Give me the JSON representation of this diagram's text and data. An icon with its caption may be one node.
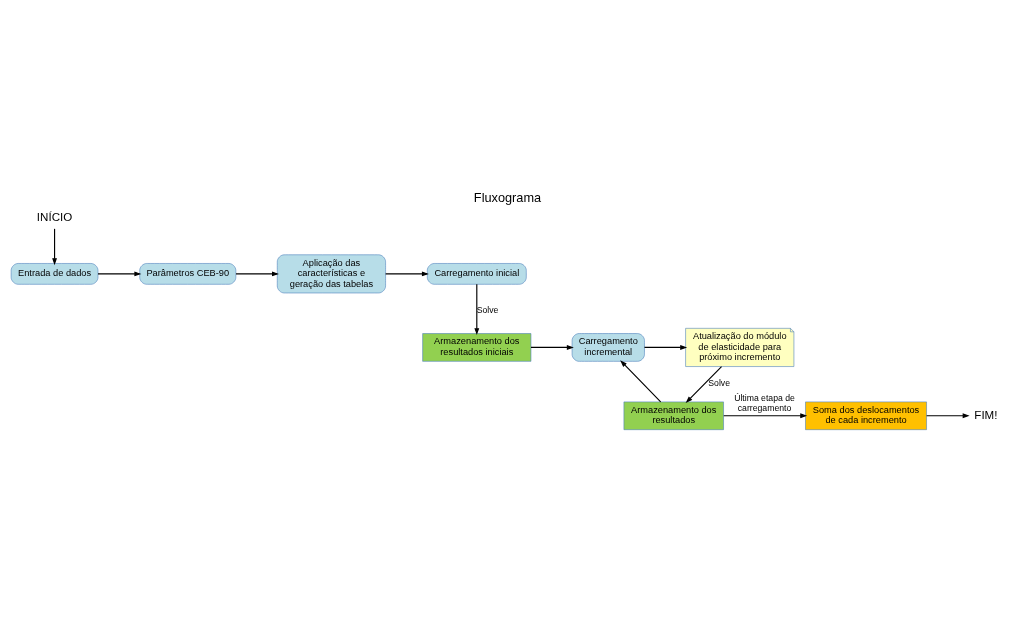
{
  "diagram": {
    "title": "Fluxograma",
    "nodes": [
      {
        "text": [
          "INÍCIO"
        ]
      },
      {
        "text": [
          "Entrada de dados"
        ]
      },
      {
        "text": [
          "Parâmetros CEB-90"
        ]
      },
      {
        "text": [
          "Aplicação das características e geração das tabelas"
        ]
      },
      {
        "text": [
          "Carregamento inicial"
        ]
      },
      {
        "text": [
          "Armazenamento dos resultados iniciais"
        ]
      },
      {
        "text": [
          "Carregamento incremental"
        ]
      },
      {
        "text": [
          "Atualização do módulo de elasticidade para próximo incremento"
        ]
      },
      {
        "text": [
          "Armazenamento dos resultados"
        ]
      },
      {
        "text": [
          "Soma dos deslocamentos de cada incremento"
        ]
      },
      {
        "text": [
          "FIM!"
        ]
      }
    ],
    "edges": [
      {
        "from": 0,
        "to": 1,
        "arrow": "to"
      },
      {
        "from": 1,
        "to": 2,
        "arrow": "to"
      },
      {
        "from": 2,
        "to": 3,
        "arrow": "to"
      },
      {
        "from": 3,
        "to": 4,
        "arrow": "to"
      },
      {
        "from": 4,
        "to": 5,
        "arrow": "to",
        "label": "Solve"
      },
      {
        "from": 5,
        "to": 6,
        "arrow": "to"
      },
      {
        "from": 6,
        "to": 7,
        "arrow": "to"
      },
      {
        "from": 7,
        "to": 8,
        "arrow": "to",
        "label": "Solve"
      },
      {
        "from": 8,
        "to": 6,
        "arrow": "to"
      },
      {
        "from": 8,
        "to": 9,
        "arrow": "to",
        "label": "Última etapa de carregamento"
      },
      {
        "from": 9,
        "to": 10,
        "arrow": "to"
      }
    ]
  }
}
